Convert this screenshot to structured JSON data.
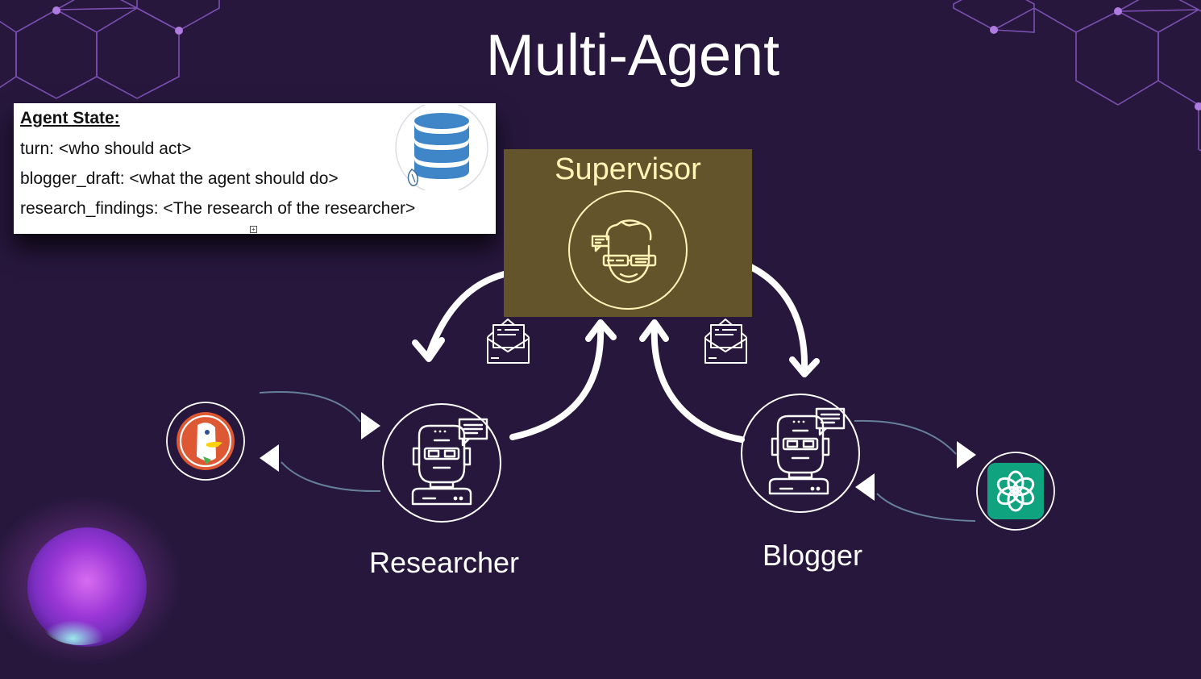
{
  "slide": {
    "title": "Multi-Agent"
  },
  "agent_state": {
    "heading": "Agent State:",
    "lines": [
      "turn: <who should act>",
      "blogger_draft: <what the agent should do>",
      "research_findings: <The research of the researcher>"
    ]
  },
  "nodes": {
    "supervisor": "Supervisor",
    "researcher": "Researcher",
    "blogger": "Blogger"
  },
  "icons": {
    "database": "database-icon",
    "supervisor": "supervisor-robot-icon",
    "researcher": "researcher-robot-icon",
    "blogger": "blogger-robot-icon",
    "search_tool": "duckduckgo-icon",
    "llm_tool": "openai-icon",
    "message": "envelope-icon"
  },
  "colors": {
    "background": "#27173d",
    "supervisor_fill": "#64542c",
    "supervisor_text": "#fff6b6",
    "openai_green": "#10a37f",
    "duckduckgo_orange": "#de5833"
  }
}
